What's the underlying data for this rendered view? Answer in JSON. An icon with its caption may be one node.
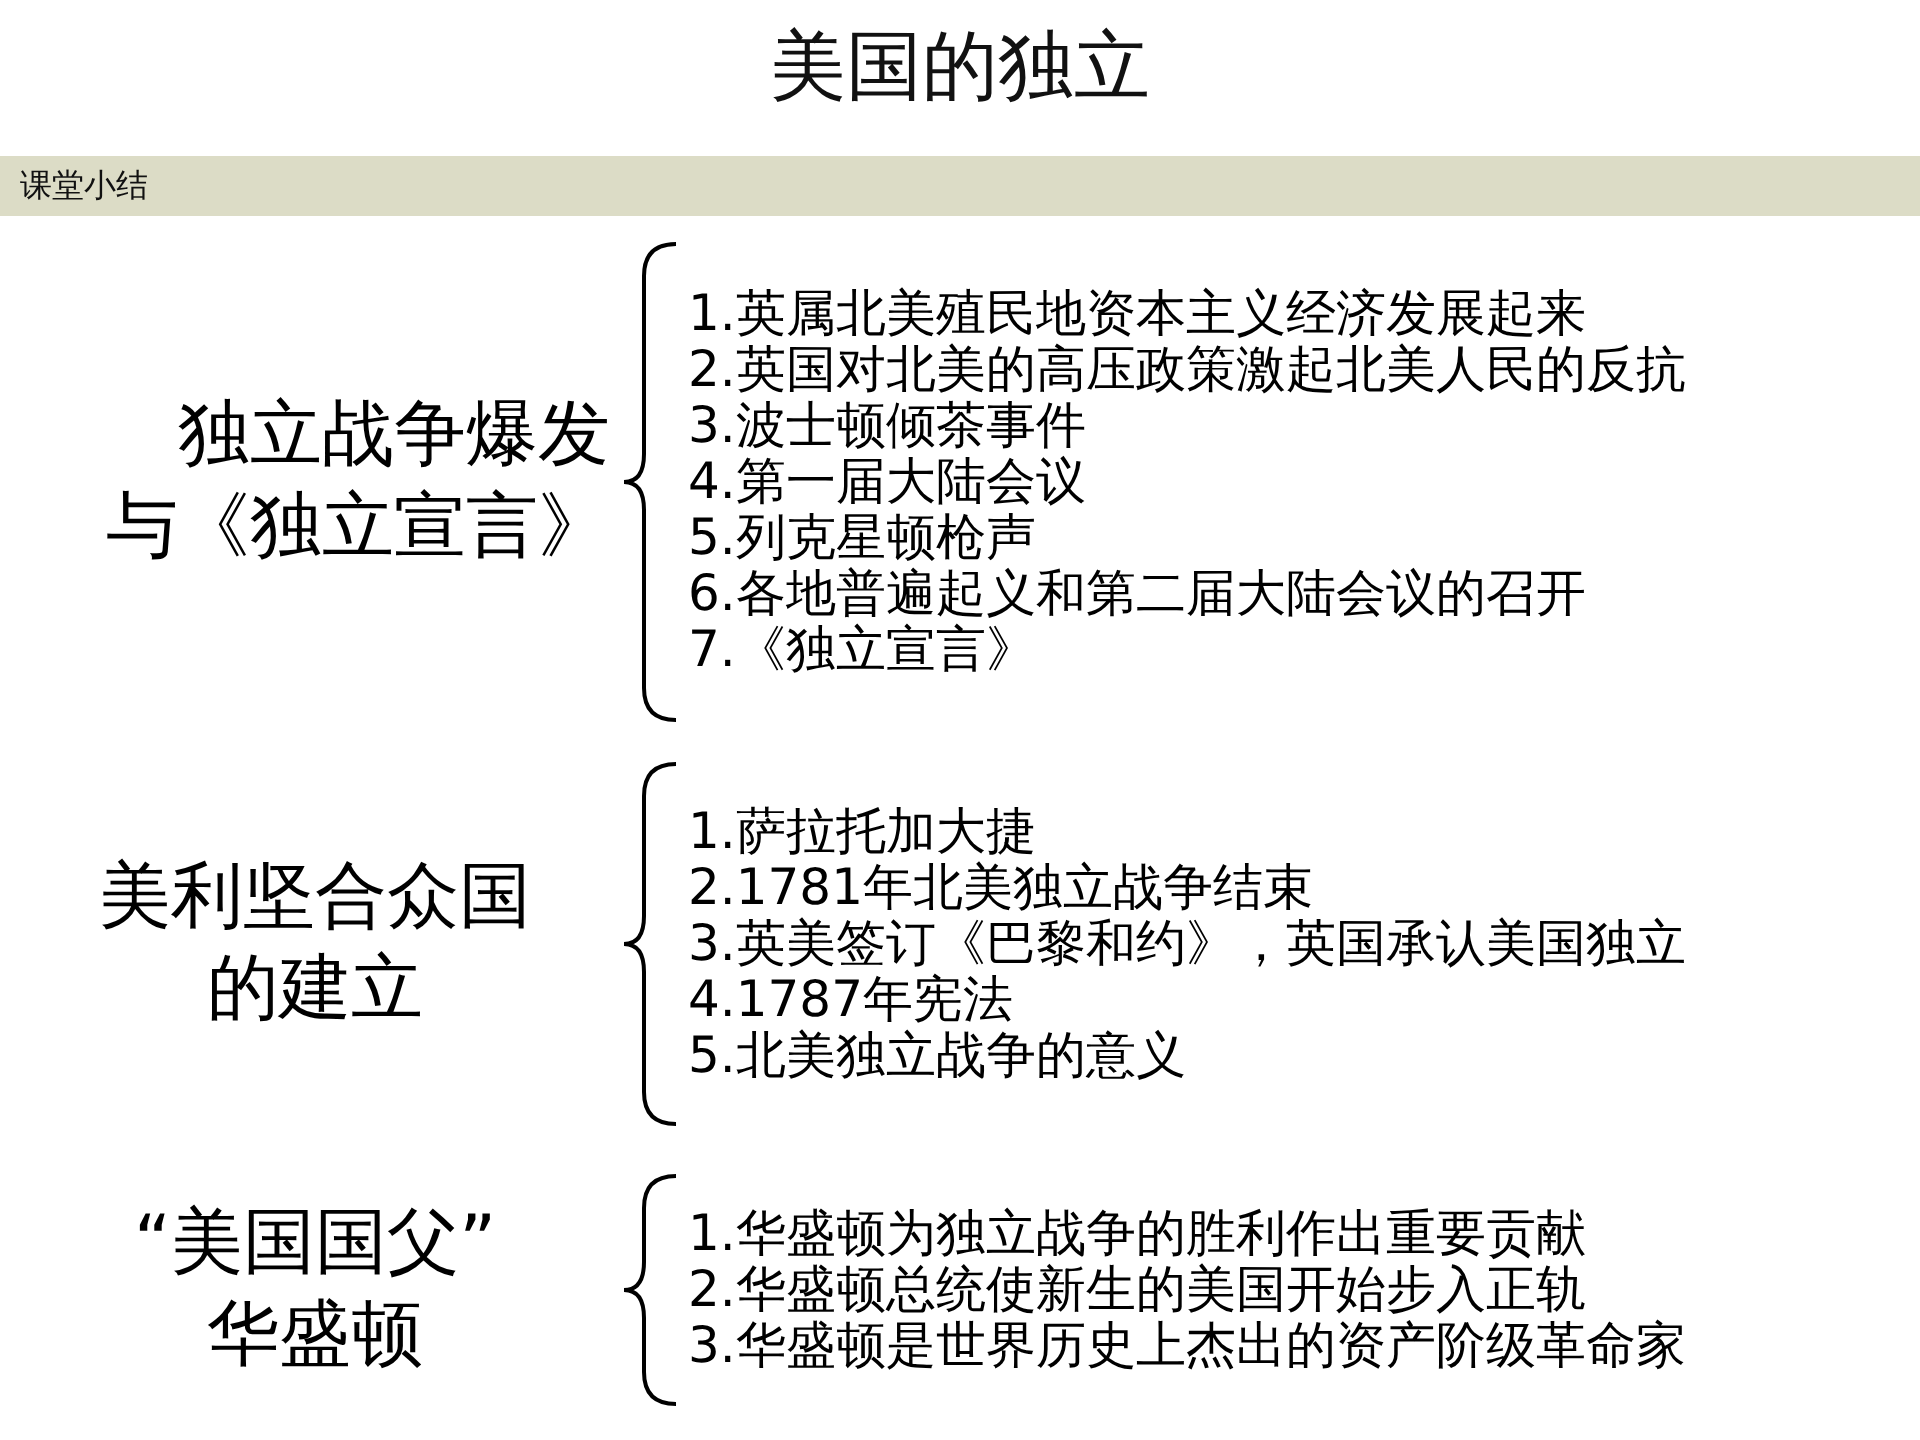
{
  "diagram": {
    "title": "美国的独立",
    "nodes": [
      {
        "text": [
          "课堂小结"
        ]
      }
    ],
    "labels": [
      "独立战争爆发",
      "与《独立宣言》",
      "1.英属北美殖民地资本主义经济发展起来",
      "2.英国对北美的高压政策激起北美人民的反抗",
      "3.波士顿倾茶事件",
      "4.第一届大陆会议",
      "5.列克星顿枪声",
      "6.各地普遍起义和第二届大陆会议的召开",
      "7.《独立宣言》",
      "美利坚合众国",
      "的建立",
      "1.萨拉托加大捷",
      "2.1781年北美独立战争结束",
      "3.英美签订《巴黎和约》，英国承认美国独立",
      "4.1787年宪法",
      "5.北美独立战争的意义",
      "“美国国父”",
      "华盛顿",
      "1.华盛顿为独立战争的胜利作出重要贡献",
      "2.华盛顿总统使新生的美国开始步入正轨",
      "3.华盛顿是世界历史上杰出的资产阶级革命家"
    ]
  }
}
